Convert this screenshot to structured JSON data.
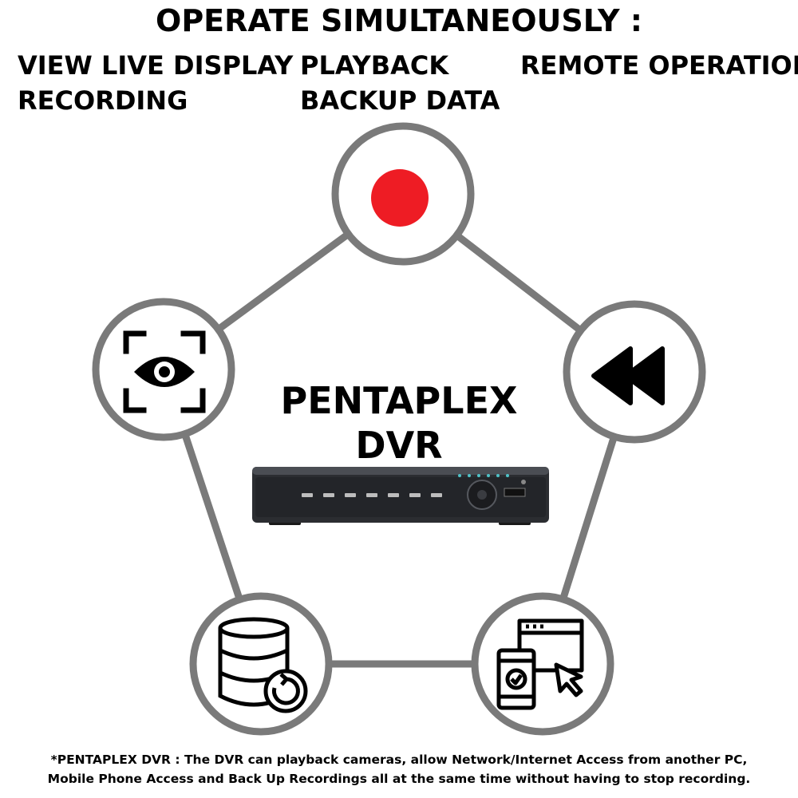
{
  "header": {
    "title": "OPERATE SIMULTANEOUSLY :",
    "features": [
      [
        "VIEW LIVE DISPLAY",
        "RECORDING"
      ],
      [
        "PLAYBACK",
        "BACKUP DATA"
      ],
      [
        "REMOTE OPERATION"
      ]
    ]
  },
  "center": {
    "label": "PENTAPLEX DVR"
  },
  "nodes": [
    {
      "icon": "record-icon"
    },
    {
      "icon": "rewind-icon"
    },
    {
      "icon": "remote-devices-icon"
    },
    {
      "icon": "database-backup-icon"
    },
    {
      "icon": "live-view-eye-icon"
    }
  ],
  "colors": {
    "ring": "#7a7a7a",
    "record": "#ee1c24",
    "icon": "#000000"
  },
  "footnote": {
    "line1": "*PENTAPLEX DVR : The DVR can playback cameras, allow Network/Internet Access from another PC,",
    "line2": "Mobile Phone Access and Back Up Recordings all at the same time without having to stop recording."
  }
}
